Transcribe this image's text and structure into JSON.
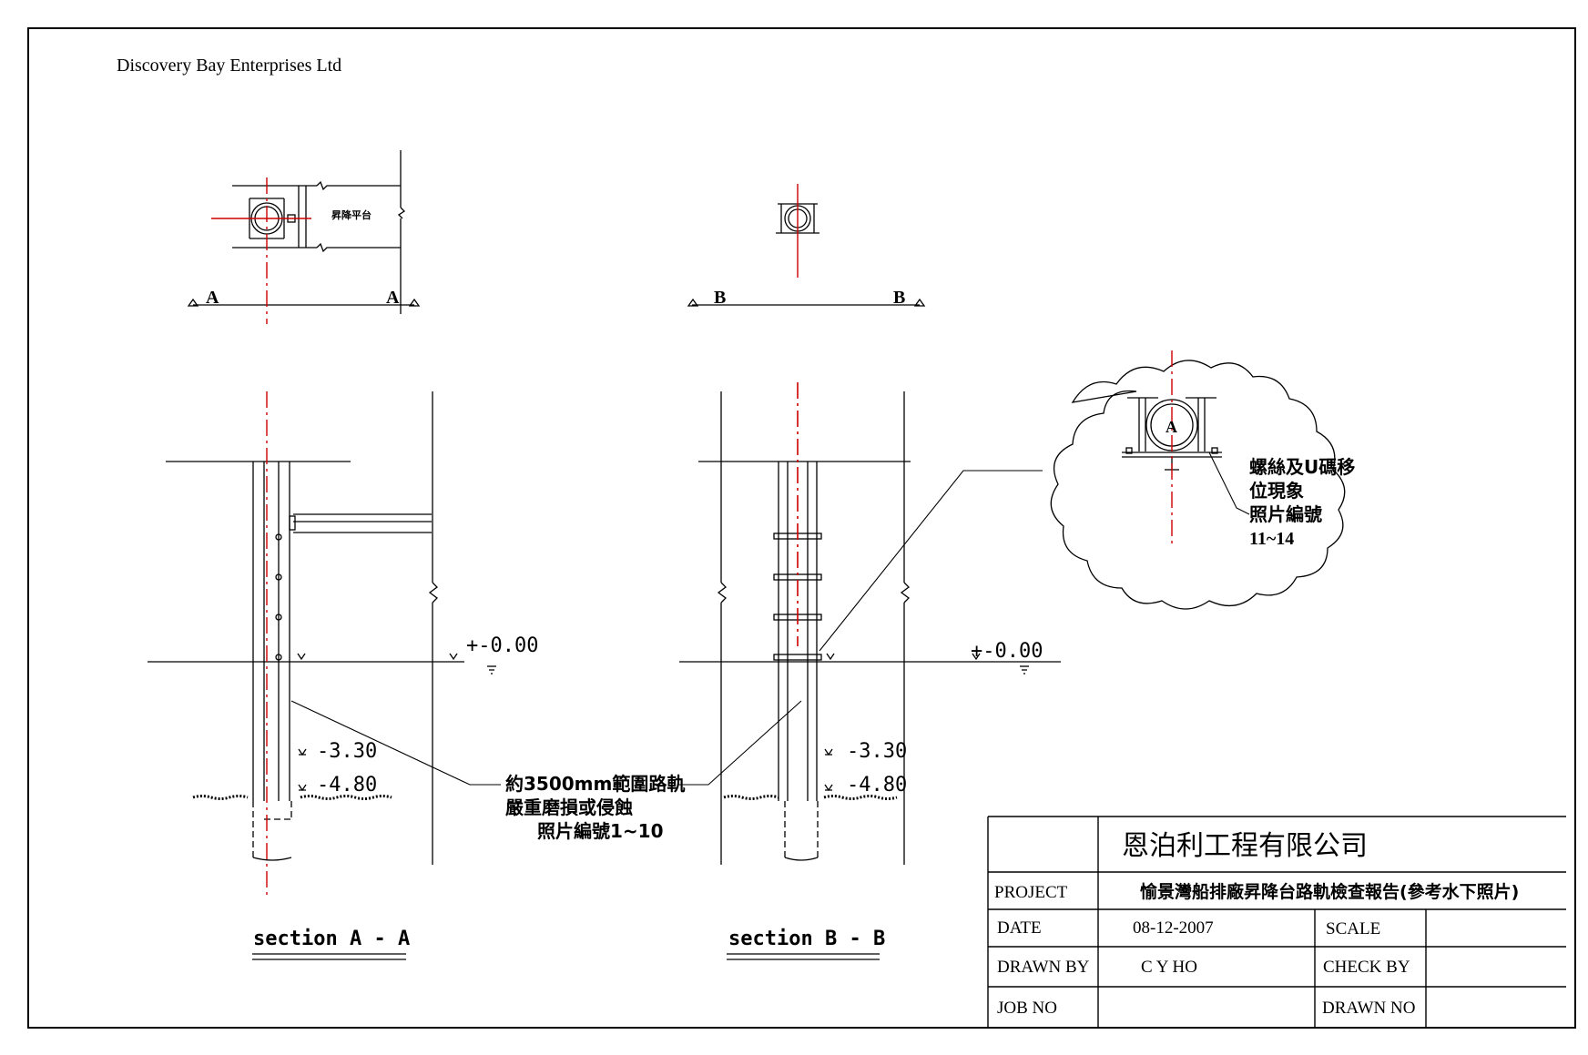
{
  "company_header": "Discovery Bay Enterprises Ltd",
  "plan_a": {
    "platform_label": "昇降平台",
    "cut_left": "A",
    "cut_right": "A"
  },
  "plan_b": {
    "cut_left": "B",
    "cut_right": "B"
  },
  "section_a": {
    "title": "section  A - A",
    "level_zero": "+-0.00",
    "level_1": "-3.30",
    "level_2": "-4.80"
  },
  "section_b": {
    "title": "section  B - B",
    "level_zero": "+-0.00",
    "level_1": "-3.30",
    "level_2": "-4.80"
  },
  "damage_note": {
    "line1": "約3500mm範圍路軌",
    "line2": "嚴重磨損或侵蝕",
    "line3": "照片編號1~10"
  },
  "cloud_detail": {
    "marker": "A",
    "line1": "螺絲及U碼移",
    "line2": "位現象",
    "line3": "照片編號",
    "line4": "11~14"
  },
  "title_block": {
    "company": "恩泊利工程有限公司",
    "project_label": "PROJECT",
    "project_value": "愉景灣船排廠昇降台路軌檢查報告(參考水下照片)",
    "date_label": "DATE",
    "date_value": "08-12-2007",
    "scale_label": "SCALE",
    "scale_value": "",
    "drawn_by_label": "DRAWN BY",
    "drawn_by_value": "C Y HO",
    "check_by_label": "CHECK BY",
    "check_by_value": "",
    "job_no_label": "JOB NO",
    "job_no_value": "",
    "drawing_no_label": "DRAWN NO",
    "drawing_no_value": ""
  },
  "colors": {
    "line": "#000000",
    "centerline": "#cc0000"
  }
}
